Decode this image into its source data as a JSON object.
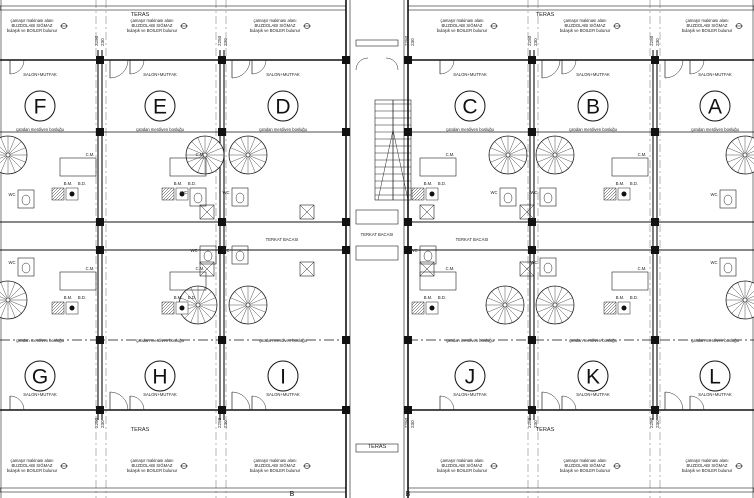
{
  "labels": {
    "terrace": "TERAS",
    "salon": "SALON+MUTFAK",
    "room_note": "çatıdan merdiven bosluğu",
    "stair_hall": "TERKAT BACASI",
    "cm": "C.M.",
    "bm": "B.M.",
    "bd": "B.D.",
    "wc": "WC",
    "dim_a": "2250",
    "dim_b": "230",
    "kitchen_note_1": "çamaşır makinası alanı",
    "kitchen_note_2": "BUZDOLABI SIĞMAZ",
    "kitchen_note_3": "bulaşık ve BOILER bulunur",
    "section_marker": "B"
  },
  "units_top": [
    {
      "letter": "F"
    },
    {
      "letter": "E"
    },
    {
      "letter": "D"
    },
    {
      "letter": "C"
    },
    {
      "letter": "B"
    },
    {
      "letter": "A"
    }
  ],
  "units_bottom": [
    {
      "letter": "G"
    },
    {
      "letter": "H"
    },
    {
      "letter": "I"
    },
    {
      "letter": "J"
    },
    {
      "letter": "K"
    },
    {
      "letter": "L"
    }
  ]
}
